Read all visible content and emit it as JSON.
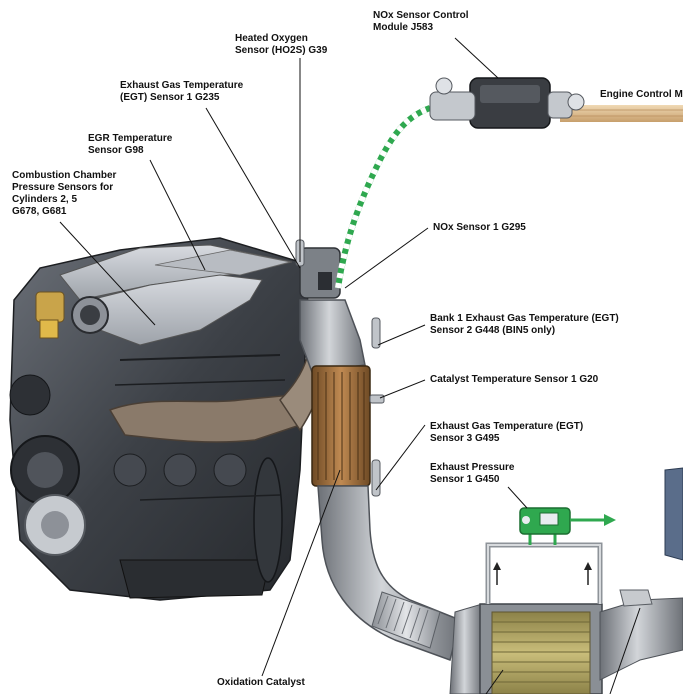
{
  "labels": {
    "nox_control": [
      "NOx Sensor Control",
      "Module J583"
    ],
    "engine_control": [
      "Engine Control M"
    ],
    "ho2s": [
      "Heated Oxygen",
      "Sensor (HO2S) G39"
    ],
    "egt1": [
      "Exhaust Gas Temperature",
      "(EGT) Sensor 1 G235"
    ],
    "egr": [
      "EGR Temperature",
      "Sensor G98"
    ],
    "combustion": [
      "Combustion Chamber",
      "Pressure Sensors for",
      "Cylinders 2, 5",
      "G678, G681"
    ],
    "nox_sensor": [
      "NOx Sensor 1 G295"
    ],
    "egt2": [
      "Bank 1 Exhaust Gas Temperature (EGT)",
      "Sensor 2 G448 (BIN5 only)"
    ],
    "catalyst_temp": [
      "Catalyst Temperature Sensor 1 G20"
    ],
    "egt3": [
      "Exhaust Gas Temperature (EGT)",
      "Sensor 3 G495"
    ],
    "exhaust_pressure": [
      "Exhaust Pressure",
      "Sensor 1 G450"
    ],
    "oxidation_catalyst": [
      "Oxidation Catalyst"
    ]
  },
  "colors": {
    "sensor_green": "#2fa84f",
    "pipe_gray": "#9aa0a6",
    "catalyst_brown": "#9a6b3a",
    "dpf_olive": "#a89a55",
    "engine_dark": "#3c4046",
    "harness_tan": "#d9b88a"
  }
}
